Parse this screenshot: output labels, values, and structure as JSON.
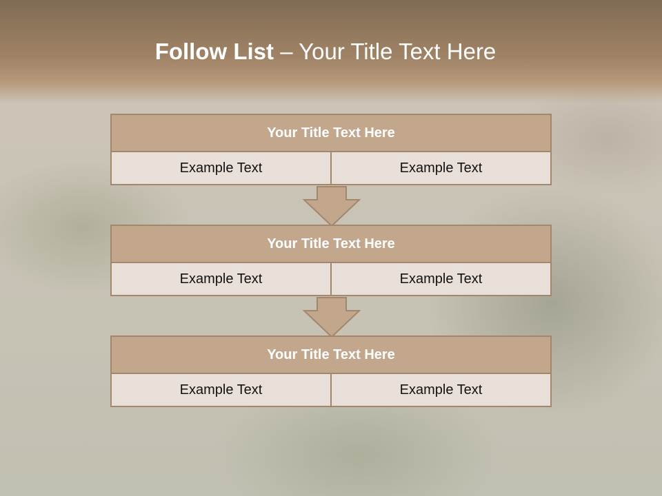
{
  "slide": {
    "title_bold": "Follow List",
    "title_rest": " – Your Title Text Here"
  },
  "colors": {
    "header": "#a08366",
    "box_title_fill": "#c3a78d",
    "box_border": "#a2876c",
    "box_cell_fill": "#e8dfd8"
  },
  "steps": [
    {
      "title": "Your Title Text Here",
      "left": "Example Text",
      "right": "Example Text"
    },
    {
      "title": "Your Title Text Here",
      "left": "Example Text",
      "right": "Example Text"
    },
    {
      "title": "Your Title Text Here",
      "left": "Example Text",
      "right": "Example Text"
    }
  ]
}
